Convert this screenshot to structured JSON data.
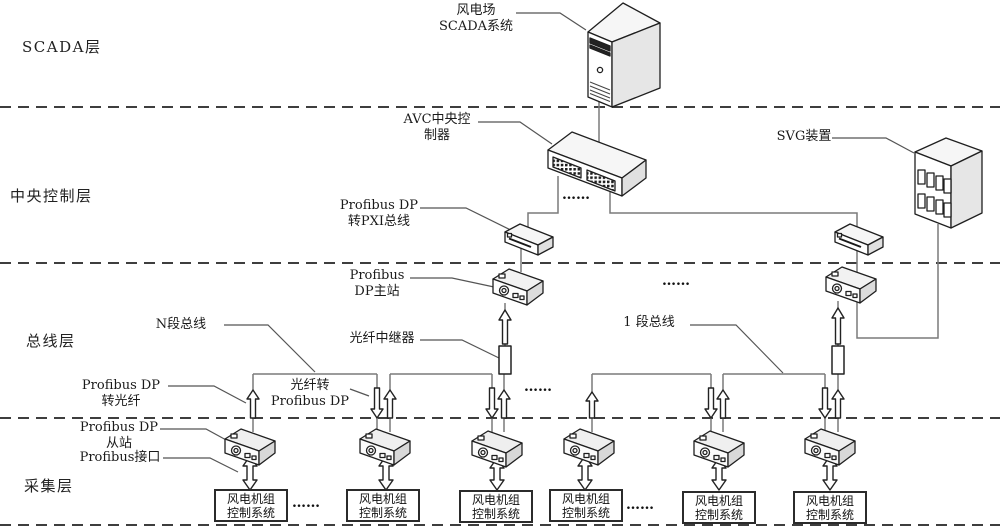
{
  "diagram": {
    "layers": [
      "SCADA层",
      "中央控制层",
      "总线层",
      "采集层"
    ],
    "ann": {
      "scada1": "风电场",
      "scada2": "SCADA系统",
      "avc1": "AVC中央控",
      "avc2": "制器",
      "svg_device": "SVG装置",
      "pxi1": "Profibus DP",
      "pxi2": "转PXI总线",
      "master1": "Profibus",
      "master2": "DP主站",
      "n_bus": "N段总线",
      "repeater": "光纤中继器",
      "bus1": "1 段总线",
      "tofiber1": "Profibus DP",
      "tofiber2": "转光纤",
      "todp1": "光纤转",
      "todp2": "Profibus DP",
      "slave1": "Profibus DP",
      "slave2": "从站",
      "iface": "Profibus接口"
    },
    "turbine": {
      "l1": "风电机组",
      "l2": "控制系统"
    },
    "ellipsis": "……",
    "line_color": "#777777",
    "ink_color": "#1f1f1f"
  }
}
